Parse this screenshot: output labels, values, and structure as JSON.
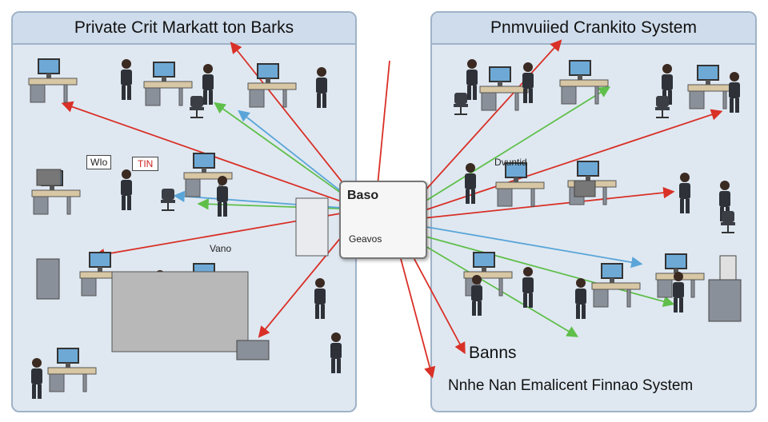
{
  "left_panel": {
    "title": "Private Crit Markatt ton Barks"
  },
  "right_panel": {
    "title": "Pnmvuiied Crankito System"
  },
  "hub": {
    "top_label": "Baso",
    "bottom_label": "Geavos"
  },
  "annotations": {
    "sign_left": "WIo",
    "sign_card": "TIN",
    "floor_label": "Vano",
    "right_small": "Dvuntid"
  },
  "right_labels": {
    "banks": "Banns",
    "system": "Nnhe Nan Emalicent Finnao System"
  },
  "colors": {
    "red": "#d93027",
    "green": "#5fbf4a",
    "blue": "#5aa5d8",
    "desk": "#d8c7a4",
    "metal": "#8a9099"
  },
  "icons": [
    "computer-monitor-icon",
    "office-worker-icon",
    "office-desk-icon",
    "arrow-icon",
    "server-icon",
    "printer-icon"
  ]
}
